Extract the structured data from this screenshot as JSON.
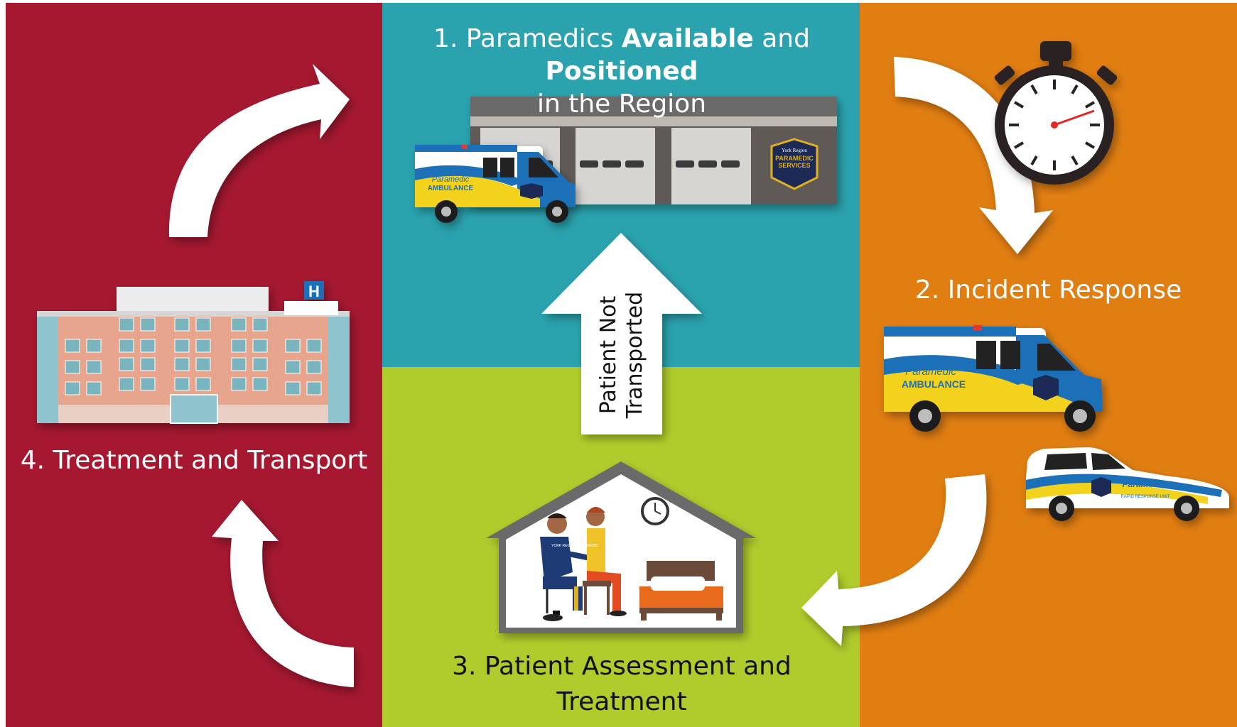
{
  "colors": {
    "treatment": "#A51830",
    "available": "#2AA3AE",
    "assessment": "#B0CC2C",
    "response": "#E17E12",
    "arrow": "#FFFFFF"
  },
  "steps": {
    "available": {
      "prefix": "1. Paramedics ",
      "bold1": "Available",
      "mid": " and ",
      "bold2": "Positioned",
      "line2": "in the Region"
    },
    "response": {
      "title": "2. Incident Response"
    },
    "assessment": {
      "line1": "3. Patient Assessment and",
      "line2": "Treatment"
    },
    "treatment": {
      "title": "4. Treatment and Transport"
    }
  },
  "center_arrow": {
    "line1": "Patient Not",
    "line2": "Transported"
  },
  "icons": {
    "ambulance_text": "Paramedic",
    "ambulance_sub": "AMBULANCE",
    "region_small": "YORK REGION",
    "station_badge_top": "York Region",
    "station_badge_main": "PARAMEDIC",
    "station_badge_sub": "SERVICES",
    "hospital_sign": "H",
    "rrv_text": "Paramedic",
    "rrv_sub": "RAPID RESPONSE UNIT",
    "paramedic_shirt": "YORK REGION PARAMEDIC"
  }
}
